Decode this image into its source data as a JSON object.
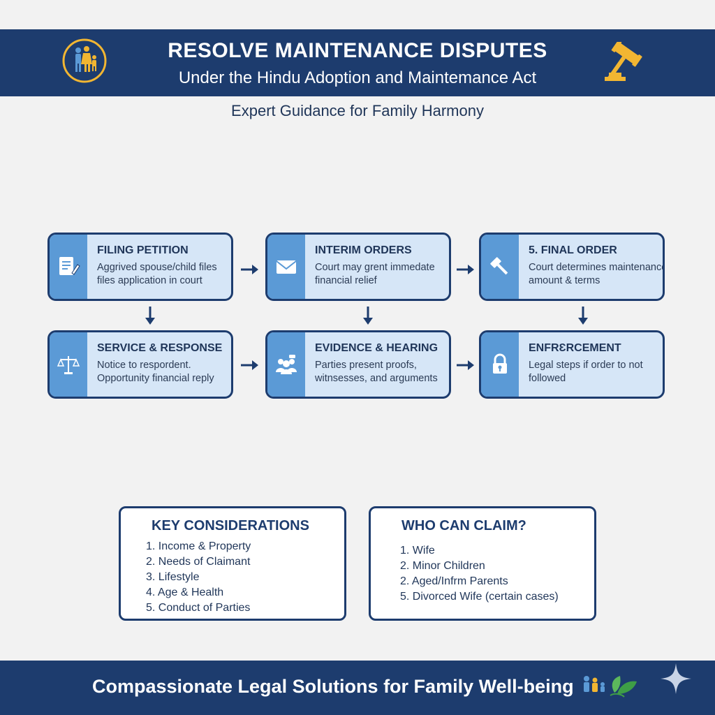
{
  "header": {
    "title": "RESOLVE MAINTENANCE DISPUTES",
    "subtitle": "Under the Hindu Adoption and Maintemance Act",
    "left_icon": "family-icon",
    "right_icon": "gavel-icon",
    "bg_color": "#1d3c6e",
    "accent_color": "#f2b632"
  },
  "tagline": "Expert Guidance for Family Harmony",
  "steps": [
    {
      "title": "FILING PETITION",
      "desc": "Aggrived spouse/child files files application in court",
      "icon": "document-pen-icon"
    },
    {
      "title": "INTERIM ORDERS",
      "desc": "Court may grent immedate financial relief",
      "icon": "envelope-icon"
    },
    {
      "title": "5. FINAL ORDER",
      "desc": "Court determines maintenance amount & terms",
      "icon": "gavel-icon"
    },
    {
      "title": "SERVICE & RESPONSE",
      "desc": "Notice to respordent. Opportunity financial reply",
      "icon": "scales-icon"
    },
    {
      "title": "EVIDENCE & HEARING",
      "desc": "Parties present proofs, witnsesses, and arguments",
      "icon": "people-icon"
    },
    {
      "title": "ENFRƐRCEMENT",
      "desc": "Legal steps if order to not followed",
      "icon": "lock-icon"
    }
  ],
  "considerations": {
    "title": "KEY CONSIDERATIONS",
    "items": [
      "1. Income & Property",
      "2. Needs of Claimant",
      "3. Lifestyle",
      "4. Age & Health",
      "5. Conduct of Parties"
    ]
  },
  "claimants": {
    "title": "WHO CAN CLAIM?",
    "items": [
      "1. Wife",
      "2. Minor Children",
      "2. Aged/Infrm Parents",
      "5. Divorced Wife (certain cases)"
    ]
  },
  "footer": {
    "text": "Compassionate Legal Solutions for Family Well-being",
    "icon": "family-leaf-icon",
    "corner_icon": "sparkle-icon"
  }
}
